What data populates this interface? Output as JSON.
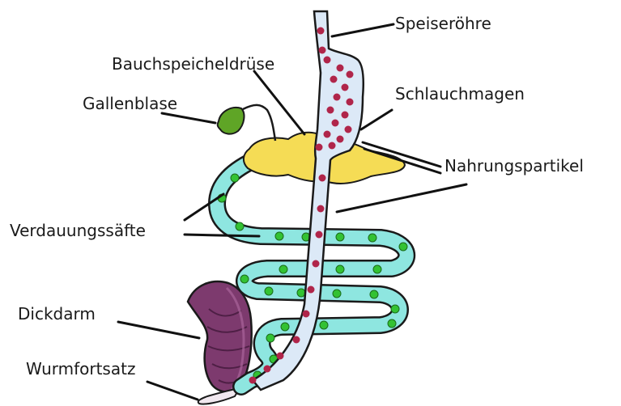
{
  "labels": {
    "speiseroehre": "Speiseröhre",
    "bauchspeicheldruese": "Bauchspeicheldrüse",
    "schlauchmagen": "Schlauchmagen",
    "gallenblase": "Gallenblase",
    "nahrungspartikel": "Nahrungspartikel",
    "verdauungssaefte": "Verdauungssäfte",
    "dickdarm": "Dickdarm",
    "wurmfortsatz": "Wurmfortsatz"
  },
  "colors": {
    "esophagus_fill": "#dce9f7",
    "food_particle": "#b0254a",
    "intestine_fill": "#8ee6e0",
    "digestive_juice": "#33c233",
    "pancreas": "#f5dc55",
    "gallbladder": "#5fa526",
    "large_intestine": "#7d3a6e",
    "outline": "#1a1a1a"
  }
}
